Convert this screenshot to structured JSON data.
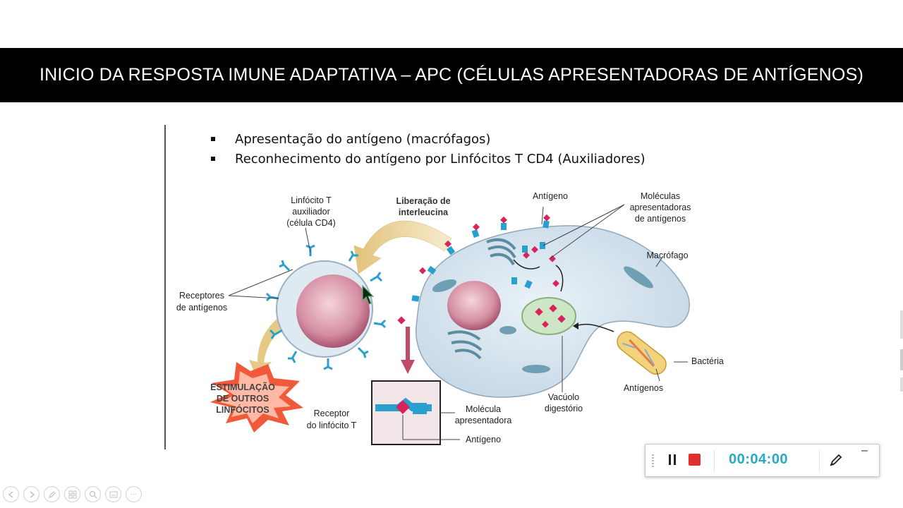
{
  "slide": {
    "title": "INICIO DA RESPOSTA IMUNE ADAPTATIVA – APC (CÉLULAS APRESENTADORAS DE ANTÍGENOS)",
    "bullets": [
      "Apresentação do antígeno (macrófagos)",
      "Reconhecimento do antígeno por Linfócitos T CD4 (Auxiliadores)"
    ]
  },
  "figure": {
    "t_cell_label": [
      "Linfócito T",
      "auxiliador",
      "(célula CD4)"
    ],
    "release_label": [
      "Liberação de",
      "interleucina"
    ],
    "antigen_top": "Antígeno",
    "presenting_molecules": [
      "Moléculas",
      "apresentadoras",
      "de antígenos"
    ],
    "macrophage": "Macrófago",
    "receptors": [
      "Receptores",
      "de antígenos"
    ],
    "bacteria": "Bactéria",
    "antigens": "Antígenos",
    "digestive_vacuole": [
      "Vacúolo",
      "digestório"
    ],
    "stimulation": [
      "ESTIMULAÇÃO",
      "DE OUTROS",
      "LINFÓCITOS"
    ],
    "tcell_receptor": [
      "Receptor",
      "do linfócito T"
    ],
    "presenting_molecule": [
      "Molécula",
      "apresentadora"
    ],
    "antigen_bottom": "Antígeno"
  },
  "recorder": {
    "time": "00:04:00",
    "pause_icon": "pause-icon",
    "stop_icon": "stop-icon",
    "pen_icon": "pen-icon",
    "minimize": "–"
  },
  "nav": {
    "icons": [
      "prev-icon",
      "next-icon",
      "pen-icon",
      "pages-icon",
      "zoom-icon",
      "subtitles-icon",
      "more-icon"
    ],
    "more_label": "···"
  },
  "colors": {
    "title_bg": "#000000",
    "title_fg": "#ffffff",
    "timer": "#2aa8c4",
    "stop": "#e03030",
    "receptor": "#2aa0d0",
    "antigen": "#d8245a"
  }
}
